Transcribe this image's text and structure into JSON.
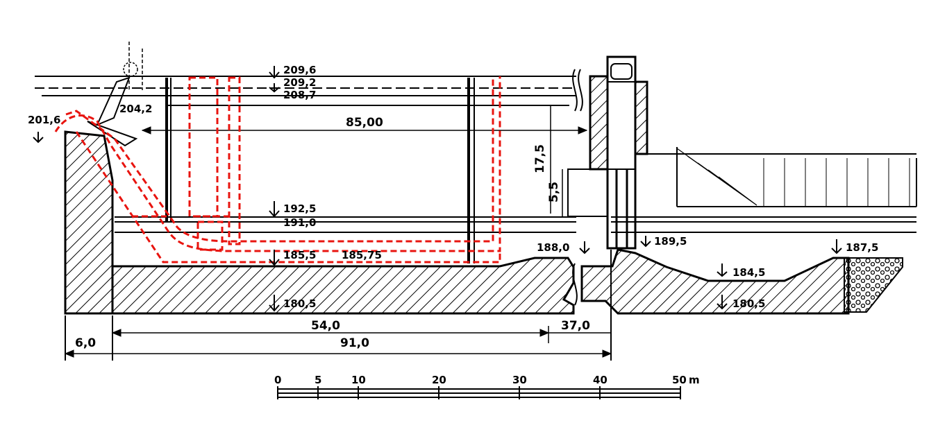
{
  "colors": {
    "ink": "#000000",
    "highlight": "#e8140f",
    "paper": "#ffffff"
  },
  "elevations": {
    "top_1": "209,6",
    "top_2": "209,2",
    "top_3": "208,7",
    "left_crest": "201,6",
    "gate_sill": "204,2",
    "mid_1": "192,5",
    "mid_2": "191,0",
    "floor_1": "185,5",
    "floor_2": "185,75",
    "floor_base": "180,5",
    "right_step": "188,0",
    "downstream": "189,5",
    "downstream_low": "184,5",
    "downstream_base": "180,5",
    "downstream_bank": "187,5"
  },
  "dimensions": {
    "length_main": "85,00",
    "height": "17,5",
    "height_small": "5,5",
    "floor_length": "54,0",
    "total_length": "91,0",
    "segment_right": "37,0",
    "segment_left": "6,0"
  },
  "scale_bar": {
    "ticks": [
      "0",
      "5",
      "10",
      "20",
      "30",
      "40",
      "50"
    ],
    "unit": "m"
  }
}
